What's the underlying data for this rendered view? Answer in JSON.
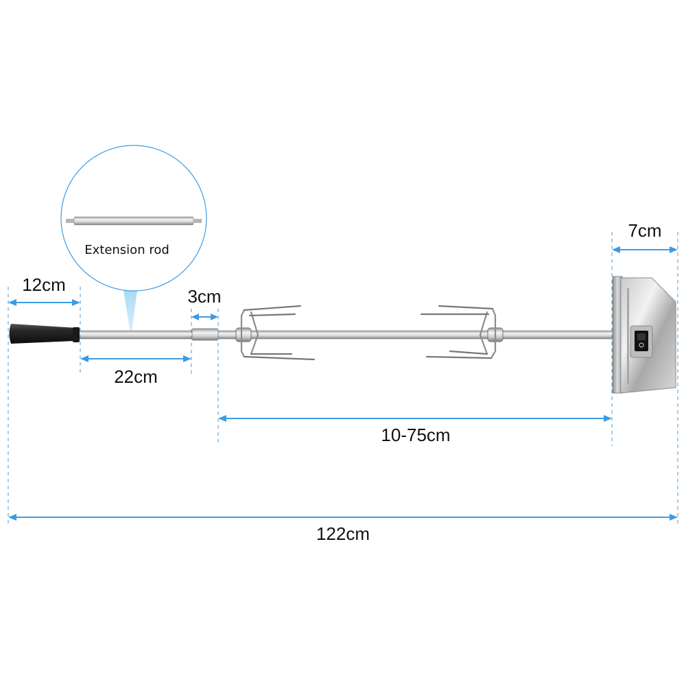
{
  "colors": {
    "dimension": "#3d9be0",
    "callout_fill": "#bfe3f7",
    "steel_light": "#eeeeee",
    "steel_dark": "#8a8a8a",
    "handle": "#222222"
  },
  "callout": {
    "label": "Extension rod"
  },
  "dimensions": {
    "handle": "12cm",
    "extension": "22cm",
    "coupler": "3cm",
    "forks_range": "10-75cm",
    "motor": "7cm",
    "total": "122cm"
  }
}
